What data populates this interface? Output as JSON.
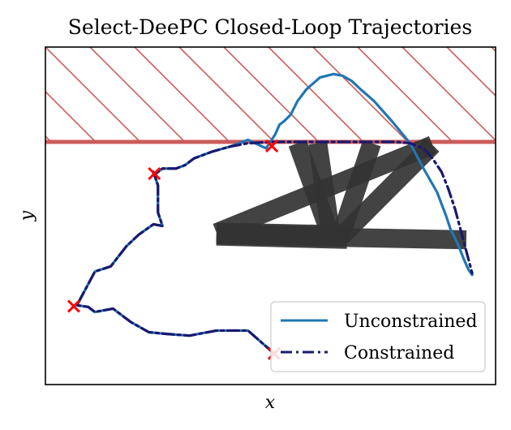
{
  "chart_data": {
    "type": "line",
    "title": "Select-DeePC Closed-Loop Trajectories",
    "xlabel": "x",
    "ylabel": "y",
    "xlim": [
      0,
      100
    ],
    "ylim": [
      0,
      100
    ],
    "show_ticks": false,
    "grid": false,
    "legend_placement": "lower-right",
    "constraint": {
      "y_bound": 71.9,
      "hatch": "above",
      "color": "#cd5c5c"
    },
    "series": [
      {
        "name": "Unconstrained",
        "color": "#1f77b4",
        "style": "solid",
        "x": [
          50.8,
          45.0,
          38.0,
          32.0,
          27.0,
          23.0,
          19.0,
          15.0,
          11.0,
          9.5,
          7.0,
          11.0,
          14.5,
          18.0,
          20.8,
          24.0,
          26.0,
          25.0,
          25.0,
          25.0,
          24.0,
          24.0,
          26.0,
          27.5,
          29.0,
          31.0,
          33.0,
          37.0,
          41.0,
          45.0,
          49.0,
          51.0,
          52.0,
          53.0,
          54.5,
          56.0,
          58.0,
          61.0,
          64.0,
          66.0,
          68.0,
          70.0,
          73.0,
          77.0,
          81.0,
          84.0,
          87.0,
          89.0,
          90.0,
          91.5,
          93.0,
          94.0,
          94.8
        ],
        "y": [
          9.2,
          16.0,
          16.0,
          14.5,
          15.0,
          15.5,
          18.5,
          22.5,
          21.5,
          23.0,
          23.5,
          33.5,
          35.0,
          41.0,
          44.5,
          47.5,
          47.0,
          51.0,
          55.0,
          59.0,
          63.0,
          62.0,
          64.0,
          64.0,
          64.0,
          65.0,
          67.0,
          69.0,
          70.5,
          72.5,
          70.0,
          74.0,
          77.0,
          78.0,
          80.0,
          84.0,
          87.5,
          91.0,
          92.0,
          91.5,
          90.0,
          87.5,
          84.0,
          78.0,
          71.5,
          64.0,
          57.0,
          50.0,
          46.0,
          42.0,
          37.0,
          34.0,
          32.5
        ]
      },
      {
        "name": "Constrained",
        "color": "#191970",
        "style": "dashdot",
        "x": [
          50.8,
          45.0,
          38.0,
          32.0,
          27.0,
          23.0,
          19.0,
          15.0,
          11.0,
          9.5,
          7.0,
          11.0,
          14.5,
          18.0,
          20.8,
          24.0,
          26.0,
          25.0,
          25.0,
          25.0,
          24.0,
          24.0,
          26.0,
          27.5,
          29.0,
          31.0,
          33.0,
          37.0,
          41.0,
          45.0,
          49.0,
          51.0,
          53.0,
          55.0,
          58.0,
          62.0,
          66.0,
          70.0,
          74.0,
          78.0,
          81.0,
          84.0,
          86.0,
          88.0,
          89.5,
          91.0,
          92.0,
          93.0,
          94.0,
          94.8
        ],
        "y": [
          9.2,
          16.0,
          16.0,
          14.5,
          15.0,
          15.5,
          18.5,
          22.5,
          21.5,
          23.0,
          23.5,
          33.5,
          35.0,
          41.0,
          44.5,
          47.5,
          47.0,
          51.0,
          55.0,
          59.0,
          63.0,
          62.0,
          64.0,
          64.0,
          64.0,
          65.0,
          67.0,
          69.0,
          70.5,
          71.5,
          71.8,
          71.9,
          71.9,
          71.9,
          71.9,
          71.9,
          71.9,
          71.9,
          71.9,
          71.9,
          71.5,
          70.0,
          67.0,
          63.0,
          58.0,
          52.0,
          47.0,
          42.0,
          37.0,
          33.0
        ]
      }
    ],
    "markers": {
      "color": "#ff0000",
      "symbol": "x",
      "points": [
        {
          "x": 50.8,
          "y": 9.2
        },
        {
          "x": 6.3,
          "y": 23.2
        },
        {
          "x": 24.2,
          "y": 62.5
        },
        {
          "x": 50.3,
          "y": 70.7
        }
      ]
    },
    "obstacle_bars": {
      "color": "#333333",
      "width_data": 4.2,
      "pivot": {
        "x": 65.5,
        "y": 43.6
      },
      "segments": [
        {
          "x1": 38.0,
          "y1": 44.4,
          "x2": 65.5,
          "y2": 43.6
        },
        {
          "x1": 38.0,
          "y1": 44.8,
          "x2": 65.5,
          "y2": 44.0
        },
        {
          "x1": 38.0,
          "y1": 45.2,
          "x2": 65.5,
          "y2": 44.4
        },
        {
          "x1": 38.0,
          "y1": 44.0,
          "x2": 67.0,
          "y2": 43.0
        },
        {
          "x1": 65.5,
          "y1": 43.6,
          "x2": 93.5,
          "y2": 42.9
        },
        {
          "x1": 63.5,
          "y1": 43.6,
          "x2": 56.0,
          "y2": 71.5
        },
        {
          "x1": 63.5,
          "y1": 43.6,
          "x2": 60.5,
          "y2": 71.5
        },
        {
          "x1": 65.5,
          "y1": 43.6,
          "x2": 72.5,
          "y2": 71.5
        },
        {
          "x1": 65.5,
          "y1": 43.6,
          "x2": 86.0,
          "y2": 71.0
        },
        {
          "x1": 38.0,
          "y1": 45.0,
          "x2": 86.0,
          "y2": 71.0
        }
      ]
    }
  }
}
